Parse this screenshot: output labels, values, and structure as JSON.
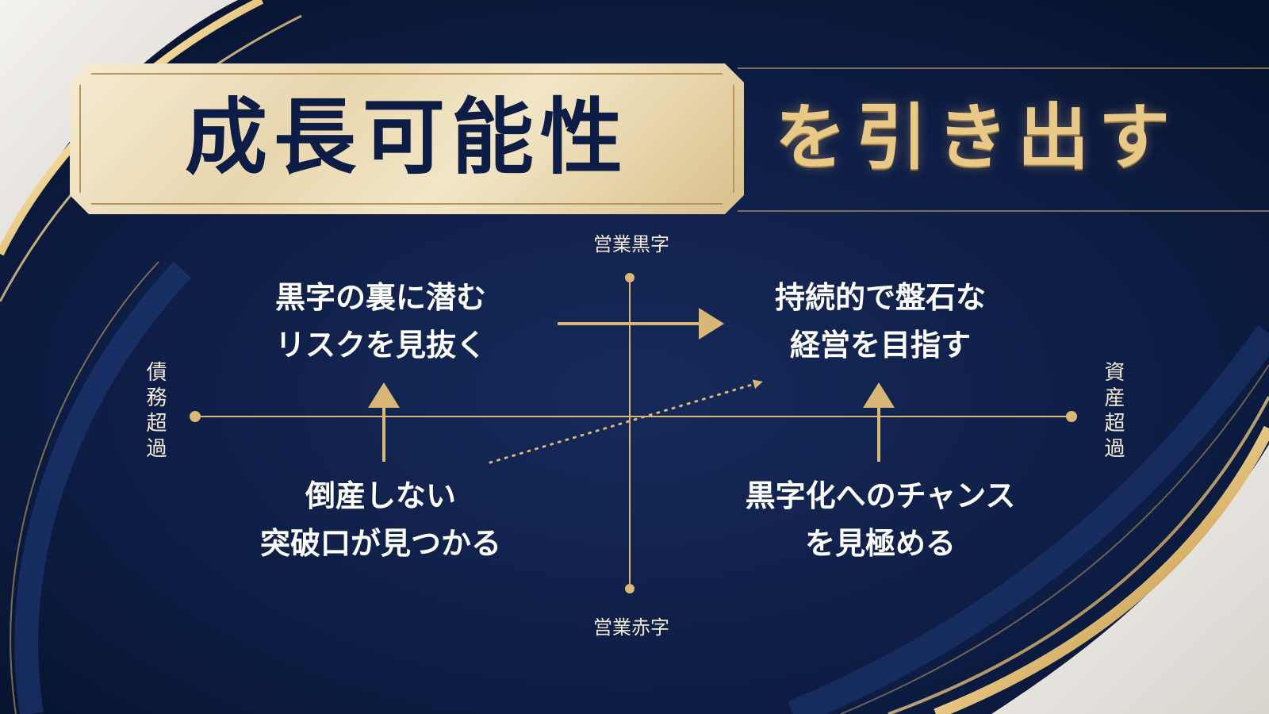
{
  "title": {
    "main": "成長可能性",
    "sub": "を引き出す"
  },
  "axes": {
    "top": "営業黒字",
    "bottom": "営業赤字",
    "left": "債務超過",
    "right": "資産超過"
  },
  "quadrants": {
    "top_left": [
      "黒字の裏に潜む",
      "リスクを見抜く"
    ],
    "top_right": [
      "持続的で盤石な",
      "経営を目指す"
    ],
    "bottom_left": [
      "倒産しない",
      "突破口が見つかる"
    ],
    "bottom_right": [
      "黒字化へのチャンス",
      "を見極める"
    ]
  },
  "colors": {
    "navy": "#0b1a3d",
    "gold": "#d9b877",
    "cream": "#f3e6c6",
    "text": "#ffffff"
  }
}
